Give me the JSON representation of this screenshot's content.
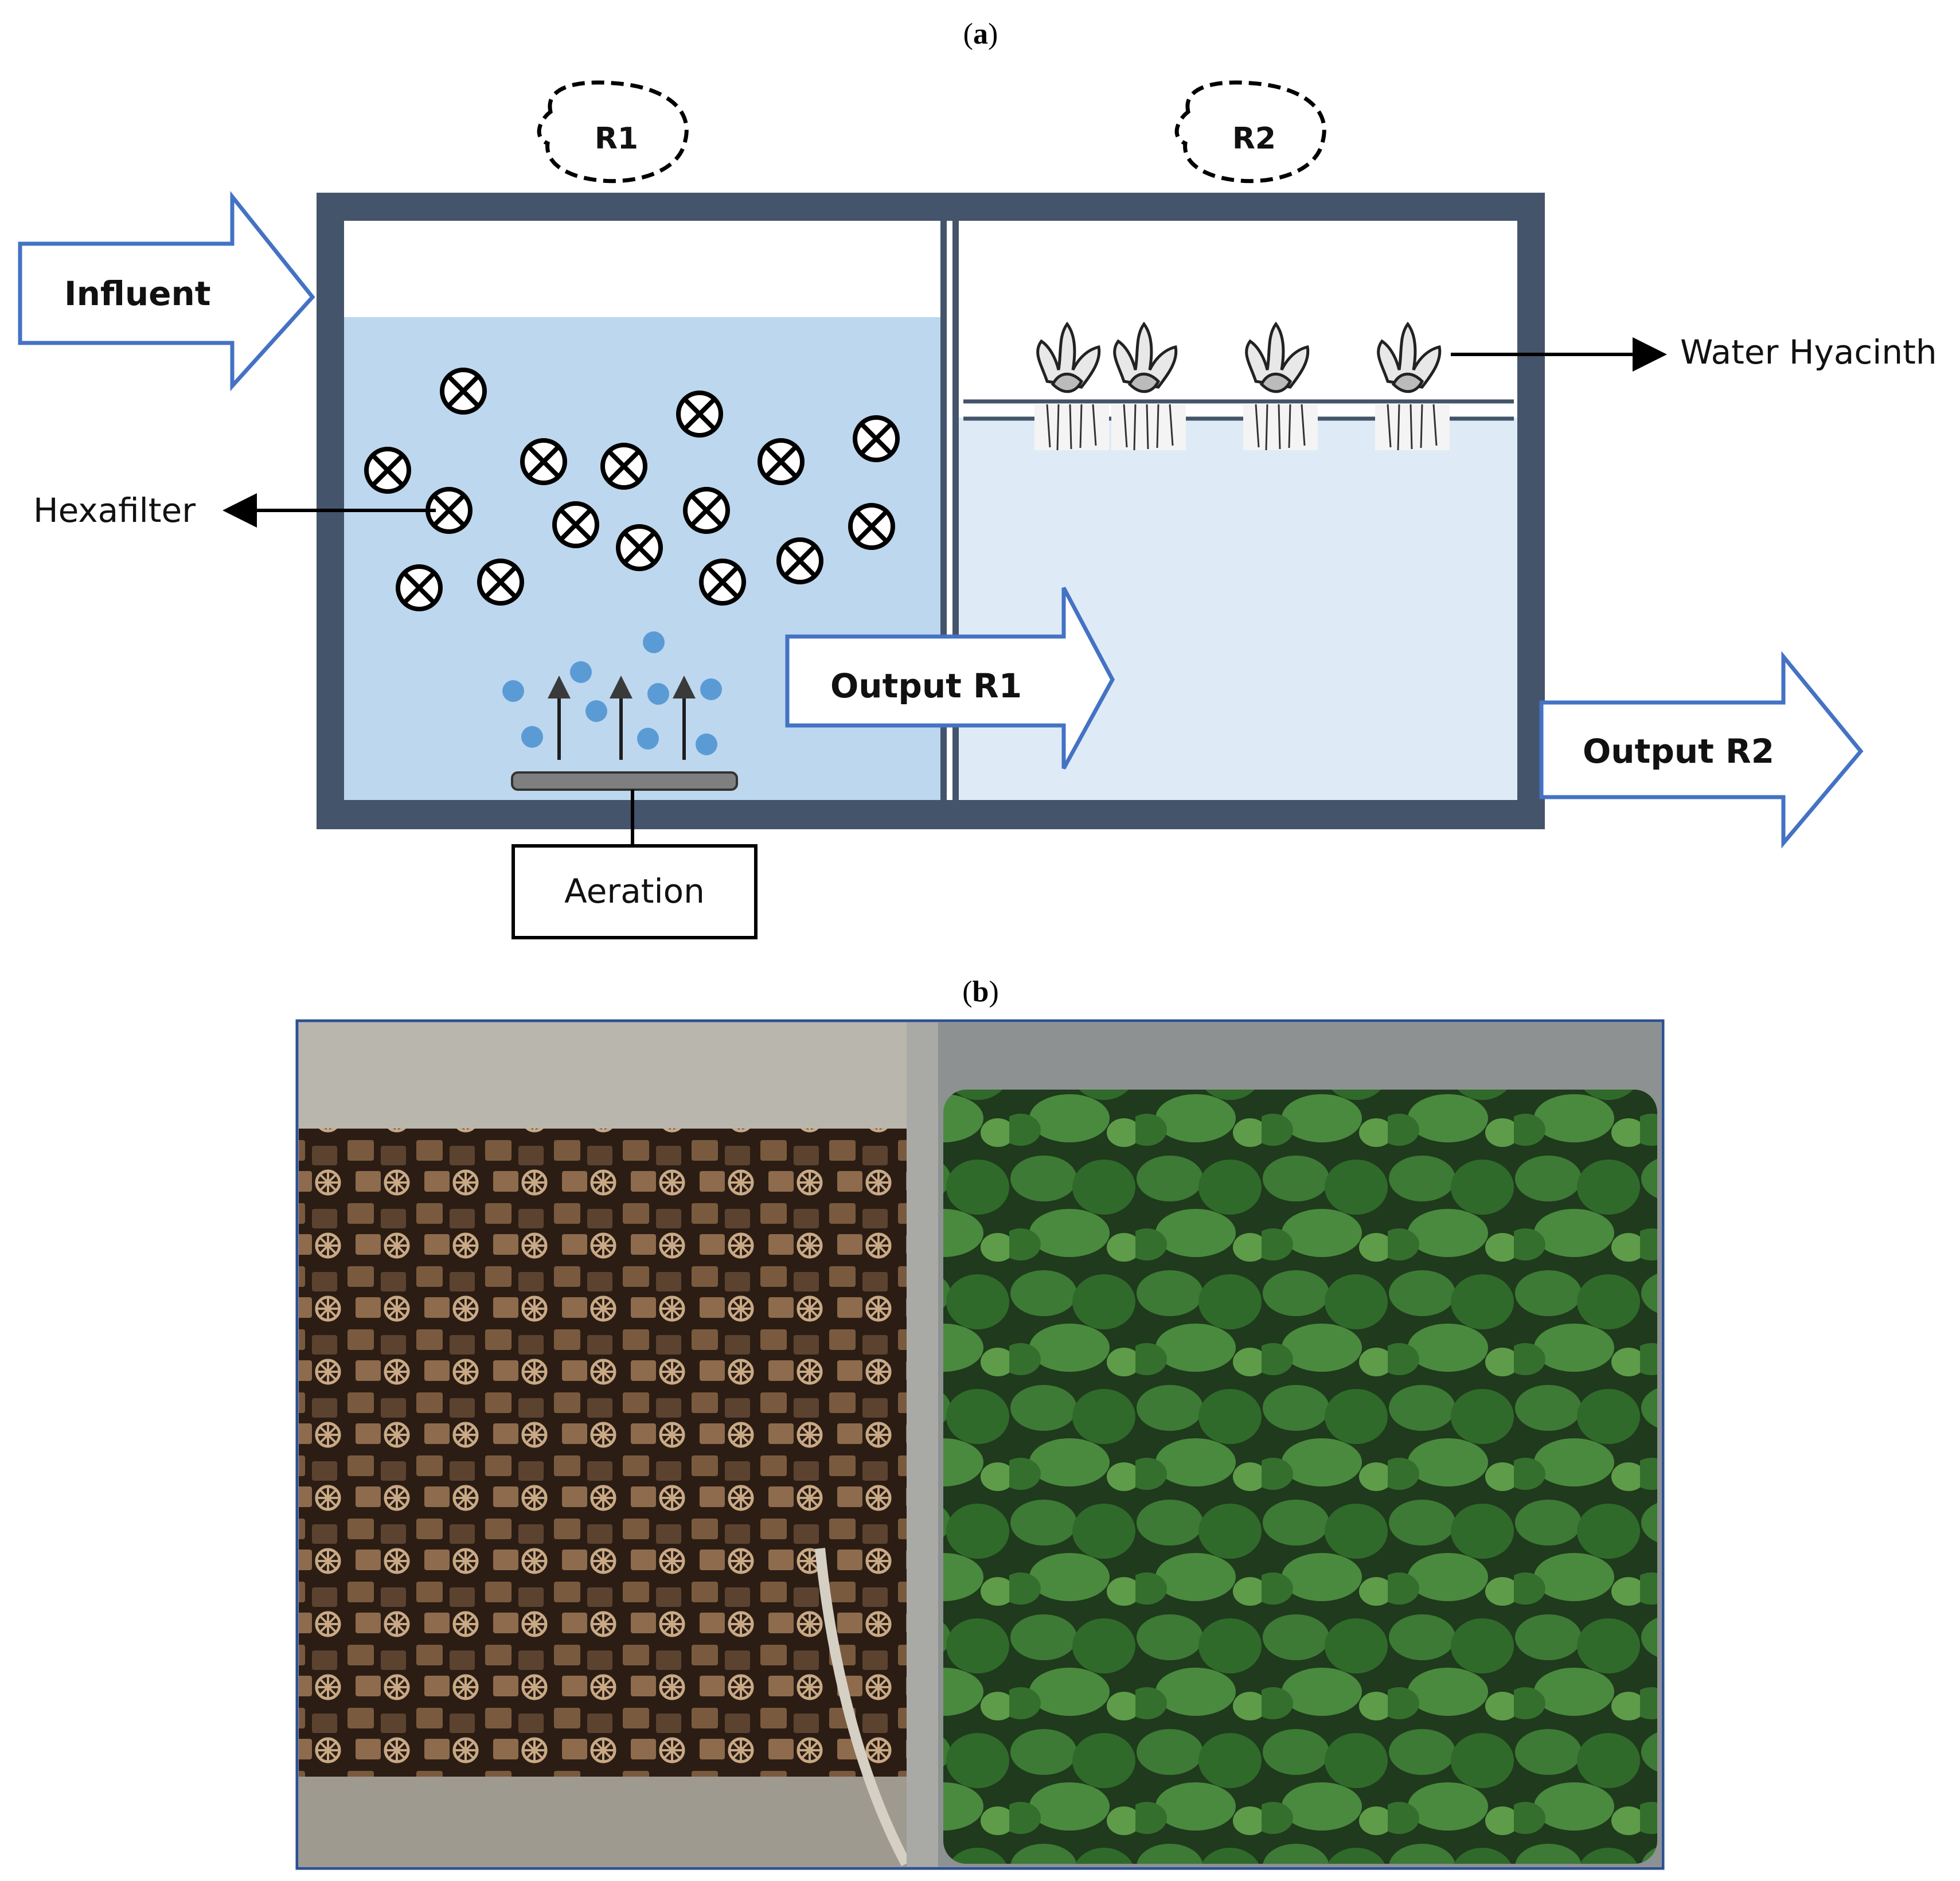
{
  "figure": {
    "panel_a_label": "a",
    "panel_b_label": "b"
  },
  "diagram": {
    "reactor_1_label": "R1",
    "reactor_2_label": "R2",
    "influent_label": "Influent",
    "output_r1_label": "Output R1",
    "output_r2_label": "Output R2",
    "hexafilter_label": "Hexafilter",
    "water_hyacinth_label": "Water Hyacinth",
    "aeration_label": "Aeration",
    "colors": {
      "tank_wall": "#44546a",
      "r1_water": "#bdd7ee",
      "r2_water": "#deebf7",
      "arrow_outline": "#4472c4",
      "bubble": "#5b9bd5",
      "filter_symbol": "#000000"
    },
    "icons": [
      "cross-circle-icon",
      "bubble-icon",
      "up-arrow-icon",
      "plant-icon"
    ]
  },
  "photo": {
    "left_compartment": "hexafilter-media",
    "right_compartment": "water-hyacinth-plants",
    "frame_color": "#2f4f8f"
  }
}
